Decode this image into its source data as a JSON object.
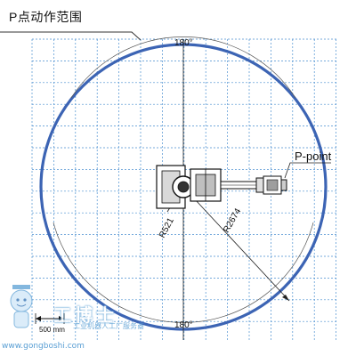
{
  "title": "P点动作范围",
  "angle_top": "180°",
  "angle_bottom": "180°",
  "label_p_point": "P-point",
  "label_inner_radius": "R521",
  "label_outer_radius": "R2674",
  "scale_label": "500 mm",
  "watermark": {
    "brand": "工博士",
    "sub": "工业机器人工厂服务商",
    "site": "www.gongboshi.com"
  },
  "colors": {
    "grid": "#4a8fd0",
    "circle": "#3c64b4",
    "axis": "#222222",
    "watermark": "#5a9fd4"
  }
}
